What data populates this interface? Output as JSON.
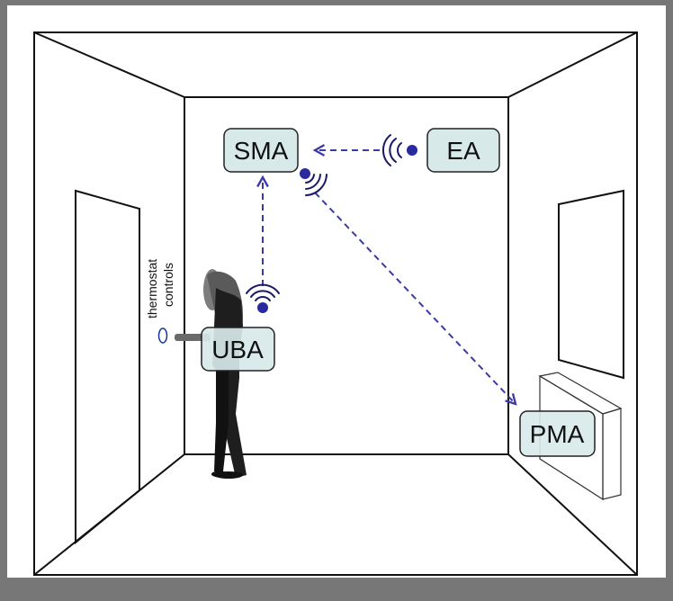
{
  "agents": {
    "sma": "SMA",
    "ea": "EA",
    "uba": "UBA",
    "pma": "PMA"
  },
  "thermostat": {
    "line1": "thermostat",
    "line2": "controls"
  },
  "colors": {
    "frame": "#777777",
    "room_bg": "#ffffff",
    "wall_line": "#111111",
    "arrow": "#3a3aa8",
    "agent_box_fill": "#d8e9ea",
    "agent_box_stroke": "#222222"
  },
  "icons": {
    "wireless": "wireless-signal-icon",
    "person": "person-silhouette"
  }
}
